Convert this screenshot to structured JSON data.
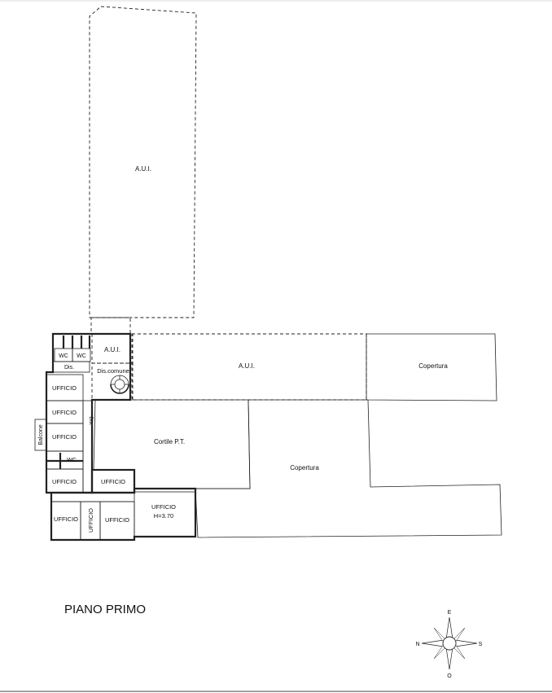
{
  "plan": {
    "title": "PIANO PRIMO",
    "rooms": {
      "aui_large": "A.U.I.",
      "aui_small": "A.U.I.",
      "aui_mid": "A.U.I.",
      "copertura_right": "Copertura",
      "copertura_center": "Copertura",
      "cortile": "Cortile P.T.",
      "dis_comune": "Dis.comune",
      "wc_left": "WC",
      "wc_right": "WC",
      "dis_top": "Dis.",
      "dis_side": "Dis.",
      "wc_mid": "WC",
      "ufficio_1": "UFFICIO",
      "ufficio_2": "UFFICIO",
      "ufficio_3": "UFFICIO",
      "ufficio_4": "UFFICIO",
      "ufficio_5": "UFFICIO",
      "ufficio_6": "UFFICIO",
      "ufficio_7": "UFFICIO",
      "ufficio_8": "UFFICIO",
      "ufficio_9_line1": "UFFICIO",
      "ufficio_9_line2": "H=3.70",
      "balcone": "Balcone"
    },
    "compass": {
      "north": "N",
      "south": "S",
      "east": "E",
      "west": "O"
    }
  }
}
